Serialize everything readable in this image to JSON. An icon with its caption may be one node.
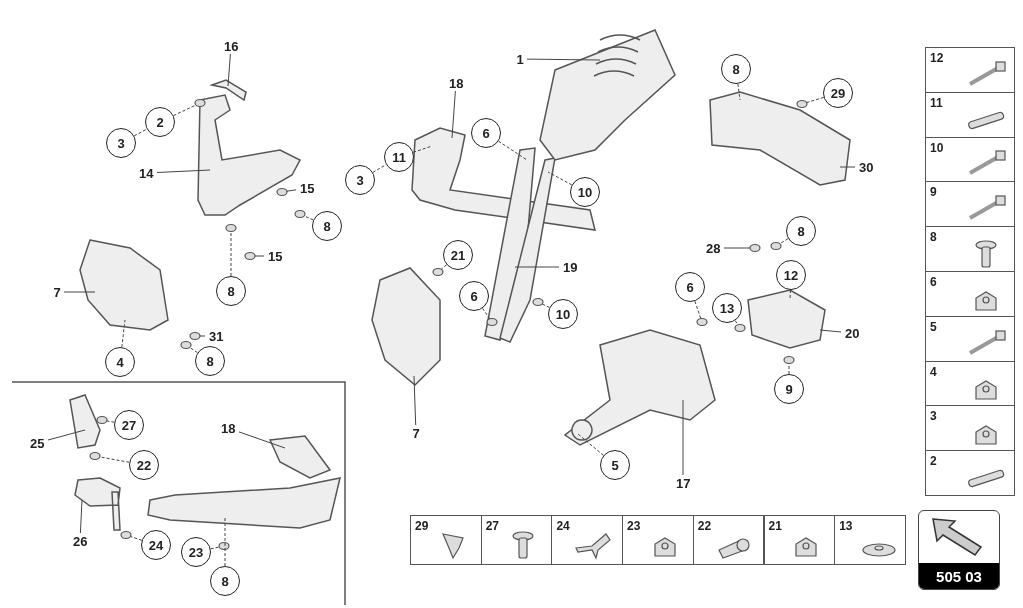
{
  "diagram": {
    "nodes": [
      {
        "text": [
          "16"
        ]
      },
      {
        "text": [
          "2"
        ]
      },
      {
        "text": [
          "3"
        ]
      },
      {
        "text": [
          "14"
        ]
      },
      {
        "text": [
          "15"
        ]
      },
      {
        "text": [
          "8"
        ]
      },
      {
        "text": [
          "15"
        ]
      },
      {
        "text": [
          "8"
        ]
      },
      {
        "text": [
          "7"
        ]
      },
      {
        "text": [
          "4"
        ]
      },
      {
        "text": [
          "31"
        ]
      },
      {
        "text": [
          "8"
        ]
      },
      {
        "text": [
          "18"
        ]
      },
      {
        "text": [
          "11"
        ]
      },
      {
        "text": [
          "3"
        ]
      },
      {
        "text": [
          "6"
        ]
      },
      {
        "text": [
          "1"
        ]
      },
      {
        "text": [
          "10"
        ]
      },
      {
        "text": [
          "21"
        ]
      },
      {
        "text": [
          "19"
        ]
      },
      {
        "text": [
          "6"
        ]
      },
      {
        "text": [
          "10"
        ]
      },
      {
        "text": [
          "7"
        ]
      },
      {
        "text": [
          "8"
        ]
      },
      {
        "text": [
          "29"
        ]
      },
      {
        "text": [
          "30"
        ]
      },
      {
        "text": [
          "28"
        ]
      },
      {
        "text": [
          "8"
        ]
      },
      {
        "text": [
          "6"
        ]
      },
      {
        "text": [
          "12"
        ]
      },
      {
        "text": [
          "13"
        ]
      },
      {
        "text": [
          "20"
        ]
      },
      {
        "text": [
          "9"
        ]
      },
      {
        "text": [
          "5"
        ]
      },
      {
        "text": [
          "17"
        ]
      },
      {
        "text": [
          "27"
        ]
      },
      {
        "text": [
          "25"
        ]
      },
      {
        "text": [
          "22"
        ]
      },
      {
        "text": [
          "18"
        ]
      },
      {
        "text": [
          "26"
        ]
      },
      {
        "text": [
          "24"
        ]
      },
      {
        "text": [
          "23"
        ]
      },
      {
        "text": [
          "8"
        ]
      },
      {
        "text": [],
        "shape": "picture"
      },
      {
        "text": [],
        "shape": "picture"
      },
      {
        "text": [],
        "shape": "picture"
      },
      {
        "text": [],
        "shape": "picture"
      },
      {
        "text": [],
        "shape": "picture"
      },
      {
        "text": [],
        "shape": "picture"
      },
      {
        "text": [],
        "shape": "picture"
      },
      {
        "text": [],
        "shape": "picture"
      },
      {
        "text": [],
        "shape": "picture"
      },
      {
        "text": [],
        "shape": "picture"
      },
      {
        "text": [],
        "shape": "picture"
      },
      {
        "text": [],
        "shape": "picture"
      },
      {
        "text": [],
        "shape": "picture"
      },
      {
        "text": [],
        "shape": "circle"
      },
      {
        "text": [],
        "shape": "circle"
      },
      {
        "text": [],
        "shape": "circle"
      },
      {
        "text": [],
        "shape": "circle"
      },
      {
        "text": [],
        "shape": "circle"
      },
      {
        "text": [],
        "shape": "circle"
      },
      {
        "text": [],
        "shape": "circle"
      },
      {
        "text": [],
        "shape": "circle"
      },
      {
        "text": [],
        "shape": "circle"
      },
      {
        "text": [],
        "shape": "circle"
      },
      {
        "text": [],
        "shape": "circle"
      },
      {
        "text": [],
        "shape": "circle"
      },
      {
        "text": [],
        "shape": "circle"
      },
      {
        "text": [],
        "shape": "circle"
      },
      {
        "text": [],
        "shape": "circle"
      },
      {
        "text": [],
        "shape": "circle"
      },
      {
        "text": [],
        "shape": "circle"
      },
      {
        "text": [],
        "shape": "circle"
      },
      {
        "text": [],
        "shape": "circle"
      },
      {
        "text": [],
        "shape": "circle"
      }
    ],
    "edges": [
      {
        "from": 0,
        "to": 44,
        "arrow": "none"
      },
      {
        "from": 1,
        "to": 56,
        "arrow": "none",
        "style": "dashed"
      },
      {
        "from": 2,
        "to": 1,
        "arrow": "none",
        "style": "dashed"
      },
      {
        "from": 3,
        "to": 43,
        "arrow": "none"
      },
      {
        "from": 4,
        "to": 57,
        "arrow": "none"
      },
      {
        "from": 5,
        "to": 58,
        "arrow": "none",
        "style": "dashed"
      },
      {
        "from": 6,
        "to": 59,
        "arrow": "none"
      },
      {
        "from": 7,
        "to": 60,
        "arrow": "none",
        "style": "dashed"
      },
      {
        "from": 8,
        "to": 45,
        "arrow": "none"
      },
      {
        "from": 9,
        "to": 45,
        "arrow": "none",
        "style": "dashed"
      },
      {
        "from": 10,
        "to": 61,
        "arrow": "none"
      },
      {
        "from": 11,
        "to": 62,
        "arrow": "none",
        "style": "dashed"
      },
      {
        "from": 12,
        "to": 46,
        "arrow": "none"
      },
      {
        "from": 13,
        "to": 46,
        "arrow": "none",
        "style": "dashed"
      },
      {
        "from": 14,
        "to": 13,
        "arrow": "none",
        "style": "dashed"
      },
      {
        "from": 15,
        "to": 47,
        "arrow": "none",
        "style": "dashed"
      },
      {
        "from": 16,
        "to": 48,
        "arrow": "none"
      },
      {
        "from": 17,
        "to": 47,
        "arrow": "none",
        "style": "dashed"
      },
      {
        "from": 18,
        "to": 63,
        "arrow": "none",
        "style": "dashed"
      },
      {
        "from": 19,
        "to": 47,
        "arrow": "none"
      },
      {
        "from": 20,
        "to": 64,
        "arrow": "none",
        "style": "dashed"
      },
      {
        "from": 21,
        "to": 65,
        "arrow": "none",
        "style": "dashed"
      },
      {
        "from": 22,
        "to": 49,
        "arrow": "none"
      },
      {
        "from": 23,
        "to": 50,
        "arrow": "none",
        "style": "dashed"
      },
      {
        "from": 24,
        "to": 66,
        "arrow": "none",
        "style": "dashed"
      },
      {
        "from": 25,
        "to": 50,
        "arrow": "none"
      },
      {
        "from": 26,
        "to": 67,
        "arrow": "none"
      },
      {
        "from": 27,
        "to": 68,
        "arrow": "none",
        "style": "dashed"
      },
      {
        "from": 28,
        "to": 69,
        "arrow": "none",
        "style": "dashed"
      },
      {
        "from": 29,
        "to": 51,
        "arrow": "none",
        "style": "dashed"
      },
      {
        "from": 30,
        "to": 70,
        "arrow": "none",
        "style": "dashed"
      },
      {
        "from": 31,
        "to": 51,
        "arrow": "none"
      },
      {
        "from": 32,
        "to": 71,
        "arrow": "none",
        "style": "dashed"
      },
      {
        "from": 33,
        "to": 52,
        "arrow": "none",
        "style": "dashed"
      },
      {
        "from": 34,
        "to": 52,
        "arrow": "none"
      },
      {
        "from": 35,
        "to": 72,
        "arrow": "none",
        "style": "dashed"
      },
      {
        "from": 36,
        "to": 53,
        "arrow": "none"
      },
      {
        "from": 37,
        "to": 73,
        "arrow": "none",
        "style": "dashed"
      },
      {
        "from": 38,
        "to": 55,
        "arrow": "none"
      },
      {
        "from": 39,
        "to": 54,
        "arrow": "none"
      },
      {
        "from": 40,
        "to": 74,
        "arrow": "none",
        "style": "dashed"
      },
      {
        "from": 41,
        "to": 75,
        "arrow": "none",
        "style": "dashed"
      },
      {
        "from": 42,
        "to": 55,
        "arrow": "none",
        "style": "dashed"
      }
    ],
    "labels": [
      "12",
      "11",
      "10",
      "9",
      "8",
      "6",
      "5",
      "4",
      "3",
      "2",
      "29",
      "27",
      "24",
      "23",
      "22",
      "21",
      "13",
      "505 03"
    ]
  }
}
